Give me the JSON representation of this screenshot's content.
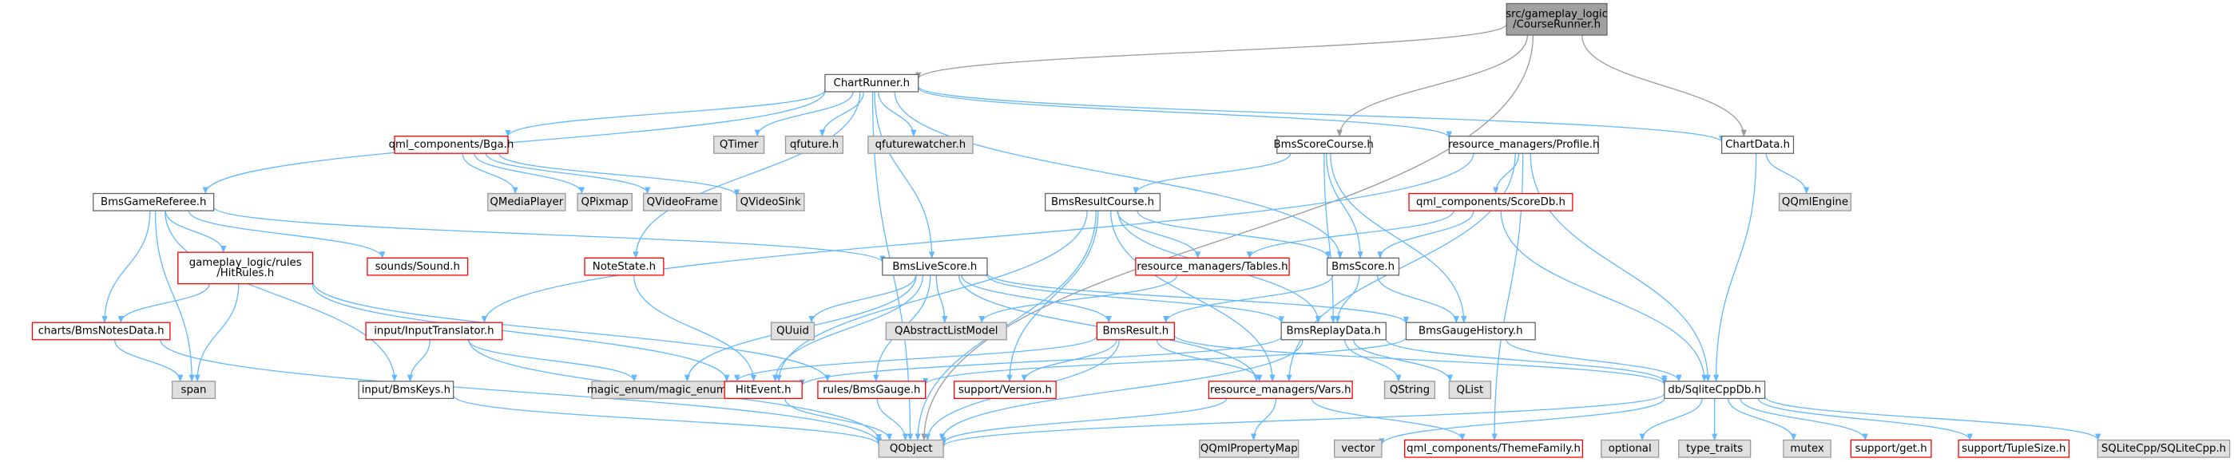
{
  "colors": {
    "edge": "#63b8ff",
    "root_edge": "#9a9a9a",
    "root_fill": "#a0a0a0",
    "root_border": "#666666",
    "doc_fill": "#ffffff",
    "doc_border": "#666666",
    "ext_fill": "#e0e0e0",
    "ext_border": "#999999",
    "trunc_border": "#ff0000"
  },
  "nodes": [
    {
      "id": "course_runner",
      "lines": [
        "src/gameplay_logic",
        "/CourseRunner.h"
      ],
      "kind": "root"
    },
    {
      "id": "chart_runner",
      "lines": [
        "ChartRunner.h"
      ],
      "kind": "doc"
    },
    {
      "id": "bms_score_course",
      "lines": [
        "BmsScoreCourse.h"
      ],
      "kind": "doc"
    },
    {
      "id": "profile",
      "lines": [
        "resource_managers/Profile.h"
      ],
      "kind": "doc"
    },
    {
      "id": "chart_data",
      "lines": [
        "ChartData.h"
      ],
      "kind": "doc"
    },
    {
      "id": "bga",
      "lines": [
        "qml_components/Bga.h"
      ],
      "kind": "trunc"
    },
    {
      "id": "qtimer",
      "lines": [
        "QTimer"
      ],
      "kind": "ext"
    },
    {
      "id": "qfuture",
      "lines": [
        "qfuture.h"
      ],
      "kind": "ext"
    },
    {
      "id": "qfuturewatcher",
      "lines": [
        "qfuturewatcher.h"
      ],
      "kind": "ext"
    },
    {
      "id": "qmediaplayer",
      "lines": [
        "QMediaPlayer"
      ],
      "kind": "ext"
    },
    {
      "id": "qpixmap",
      "lines": [
        "QPixmap"
      ],
      "kind": "ext"
    },
    {
      "id": "qvideoframe",
      "lines": [
        "QVideoFrame"
      ],
      "kind": "ext"
    },
    {
      "id": "qvideosink",
      "lines": [
        "QVideoSink"
      ],
      "kind": "ext"
    },
    {
      "id": "qqmlengine",
      "lines": [
        "QQmlEngine"
      ],
      "kind": "ext"
    },
    {
      "id": "bms_game_referee",
      "lines": [
        "BmsGameReferee.h"
      ],
      "kind": "doc"
    },
    {
      "id": "bms_result_course",
      "lines": [
        "BmsResultCourse.h"
      ],
      "kind": "doc"
    },
    {
      "id": "score_db",
      "lines": [
        "qml_components/ScoreDb.h"
      ],
      "kind": "trunc"
    },
    {
      "id": "hit_rules",
      "lines": [
        "gameplay_logic/rules",
        "/HitRules.h"
      ],
      "kind": "trunc"
    },
    {
      "id": "sound",
      "lines": [
        "sounds/Sound.h"
      ],
      "kind": "trunc"
    },
    {
      "id": "note_state",
      "lines": [
        "NoteState.h"
      ],
      "kind": "trunc"
    },
    {
      "id": "bms_live_score",
      "lines": [
        "BmsLiveScore.h"
      ],
      "kind": "doc"
    },
    {
      "id": "tables",
      "lines": [
        "resource_managers/Tables.h"
      ],
      "kind": "trunc"
    },
    {
      "id": "bms_score",
      "lines": [
        "BmsScore.h"
      ],
      "kind": "doc"
    },
    {
      "id": "bms_notes_data",
      "lines": [
        "charts/BmsNotesData.h"
      ],
      "kind": "trunc"
    },
    {
      "id": "input_translator",
      "lines": [
        "input/InputTranslator.h"
      ],
      "kind": "trunc"
    },
    {
      "id": "quuid",
      "lines": [
        "QUuid"
      ],
      "kind": "ext"
    },
    {
      "id": "qabstractlistmodel",
      "lines": [
        "QAbstractListModel"
      ],
      "kind": "ext"
    },
    {
      "id": "bms_result",
      "lines": [
        "BmsResult.h"
      ],
      "kind": "trunc"
    },
    {
      "id": "bms_replay_data",
      "lines": [
        "BmsReplayData.h"
      ],
      "kind": "doc"
    },
    {
      "id": "bms_gauge_history",
      "lines": [
        "BmsGaugeHistory.h"
      ],
      "kind": "doc"
    },
    {
      "id": "span",
      "lines": [
        "span"
      ],
      "kind": "ext"
    },
    {
      "id": "bms_keys",
      "lines": [
        "input/BmsKeys.h"
      ],
      "kind": "doc"
    },
    {
      "id": "magic_enum",
      "lines": [
        "magic_enum/magic_enum.hpp"
      ],
      "kind": "ext"
    },
    {
      "id": "hit_event",
      "lines": [
        "HitEvent.h"
      ],
      "kind": "trunc"
    },
    {
      "id": "bms_gauge",
      "lines": [
        "rules/BmsGauge.h"
      ],
      "kind": "trunc"
    },
    {
      "id": "version",
      "lines": [
        "support/Version.h"
      ],
      "kind": "trunc"
    },
    {
      "id": "vars",
      "lines": [
        "resource_managers/Vars.h"
      ],
      "kind": "trunc"
    },
    {
      "id": "qstring",
      "lines": [
        "QString"
      ],
      "kind": "ext"
    },
    {
      "id": "qlist",
      "lines": [
        "QList"
      ],
      "kind": "ext"
    },
    {
      "id": "sqlite_cpp_db",
      "lines": [
        "db/SqliteCppDb.h"
      ],
      "kind": "doc"
    },
    {
      "id": "qobject",
      "lines": [
        "QObject"
      ],
      "kind": "ext"
    },
    {
      "id": "qqmlpropertymap",
      "lines": [
        "QQmlPropertyMap"
      ],
      "kind": "ext"
    },
    {
      "id": "vector",
      "lines": [
        "vector"
      ],
      "kind": "ext"
    },
    {
      "id": "theme_family",
      "lines": [
        "qml_components/ThemeFamily.h"
      ],
      "kind": "trunc"
    },
    {
      "id": "optional",
      "lines": [
        "optional"
      ],
      "kind": "ext"
    },
    {
      "id": "type_traits",
      "lines": [
        "type_traits"
      ],
      "kind": "ext"
    },
    {
      "id": "mutex",
      "lines": [
        "mutex"
      ],
      "kind": "ext"
    },
    {
      "id": "support_get",
      "lines": [
        "support/get.h"
      ],
      "kind": "trunc"
    },
    {
      "id": "tuple_size",
      "lines": [
        "support/TupleSize.h"
      ],
      "kind": "trunc"
    },
    {
      "id": "sqlitecpp",
      "lines": [
        "SQLiteCpp/SQLiteCpp.h"
      ],
      "kind": "ext"
    }
  ],
  "edges": [
    [
      "course_runner",
      "chart_runner"
    ],
    [
      "course_runner",
      "bms_score_course"
    ],
    [
      "course_runner",
      "chart_data"
    ],
    [
      "course_runner",
      "qobject"
    ],
    [
      "chart_runner",
      "bga"
    ],
    [
      "chart_runner",
      "qtimer"
    ],
    [
      "chart_runner",
      "qfuture"
    ],
    [
      "chart_runner",
      "qfuturewatcher"
    ],
    [
      "chart_runner",
      "profile"
    ],
    [
      "chart_runner",
      "chart_data"
    ],
    [
      "chart_runner",
      "bms_game_referee"
    ],
    [
      "chart_runner",
      "note_state"
    ],
    [
      "chart_runner",
      "bms_live_score"
    ],
    [
      "chart_runner",
      "bms_score"
    ],
    [
      "chart_runner",
      "qobject"
    ],
    [
      "bga",
      "qmediaplayer"
    ],
    [
      "bga",
      "qpixmap"
    ],
    [
      "bga",
      "qvideoframe"
    ],
    [
      "bga",
      "qvideosink"
    ],
    [
      "chart_data",
      "qqmlengine"
    ],
    [
      "chart_data",
      "sqlite_cpp_db"
    ],
    [
      "bms_score_course",
      "bms_result_course"
    ],
    [
      "bms_score_course",
      "bms_score"
    ],
    [
      "bms_score_course",
      "bms_gauge_history"
    ],
    [
      "bms_score_course",
      "bms_replay_data"
    ],
    [
      "profile",
      "score_db"
    ],
    [
      "profile",
      "input_translator"
    ],
    [
      "profile",
      "vars"
    ],
    [
      "profile",
      "sqlite_cpp_db"
    ],
    [
      "profile",
      "theme_family"
    ],
    [
      "bms_game_referee",
      "hit_rules"
    ],
    [
      "bms_game_referee",
      "sound"
    ],
    [
      "bms_game_referee",
      "bms_notes_data"
    ],
    [
      "bms_game_referee",
      "span"
    ],
    [
      "bms_game_referee",
      "bms_live_score"
    ],
    [
      "bms_game_referee",
      "bms_keys"
    ],
    [
      "bms_result_course",
      "tables"
    ],
    [
      "bms_result_course",
      "bms_score"
    ],
    [
      "bms_result_course",
      "hit_event"
    ],
    [
      "bms_result_course",
      "version"
    ],
    [
      "bms_result_course",
      "vars"
    ],
    [
      "bms_result_course",
      "qobject"
    ],
    [
      "bms_result_course",
      "bms_replay_data"
    ],
    [
      "score_db",
      "bms_score"
    ],
    [
      "score_db",
      "tables"
    ],
    [
      "score_db",
      "sqlite_cpp_db"
    ],
    [
      "hit_rules",
      "bms_notes_data"
    ],
    [
      "hit_rules",
      "span"
    ],
    [
      "hit_rules",
      "hit_event"
    ],
    [
      "hit_rules",
      "bms_gauge"
    ],
    [
      "note_state",
      "hit_event"
    ],
    [
      "bms_live_score",
      "quuid"
    ],
    [
      "bms_live_score",
      "qabstractlistmodel"
    ],
    [
      "bms_live_score",
      "bms_result"
    ],
    [
      "bms_live_score",
      "bms_replay_data"
    ],
    [
      "bms_live_score",
      "bms_gauge_history"
    ],
    [
      "bms_live_score",
      "magic_enum"
    ],
    [
      "bms_live_score",
      "bms_gauge"
    ],
    [
      "bms_live_score",
      "vars"
    ],
    [
      "bms_live_score",
      "hit_event"
    ],
    [
      "tables",
      "qabstractlistmodel"
    ],
    [
      "bms_score",
      "bms_result"
    ],
    [
      "bms_score",
      "bms_replay_data"
    ],
    [
      "bms_score",
      "bms_gauge_history"
    ],
    [
      "bms_notes_data",
      "span"
    ],
    [
      "bms_notes_data",
      "qobject"
    ],
    [
      "input_translator",
      "bms_keys"
    ],
    [
      "input_translator",
      "magic_enum"
    ],
    [
      "input_translator",
      "qobject"
    ],
    [
      "bms_result",
      "magic_enum"
    ],
    [
      "bms_result",
      "version"
    ],
    [
      "bms_result",
      "vars"
    ],
    [
      "bms_result",
      "qobject"
    ],
    [
      "bms_result",
      "sqlite_cpp_db"
    ],
    [
      "bms_replay_data",
      "hit_event"
    ],
    [
      "bms_replay_data",
      "qstring"
    ],
    [
      "bms_replay_data",
      "qlist"
    ],
    [
      "bms_replay_data",
      "qobject"
    ],
    [
      "bms_replay_data",
      "sqlite_cpp_db"
    ],
    [
      "bms_gauge_history",
      "bms_gauge"
    ],
    [
      "bms_gauge_history",
      "sqlite_cpp_db"
    ],
    [
      "bms_keys",
      "qobject"
    ],
    [
      "hit_event",
      "qobject"
    ],
    [
      "bms_gauge",
      "qobject"
    ],
    [
      "vars",
      "qobject"
    ],
    [
      "vars",
      "qqmlpropertymap"
    ],
    [
      "vars",
      "theme_family"
    ],
    [
      "sqlite_cpp_db",
      "qobject"
    ],
    [
      "sqlite_cpp_db",
      "optional"
    ],
    [
      "sqlite_cpp_db",
      "type_traits"
    ],
    [
      "sqlite_cpp_db",
      "mutex"
    ],
    [
      "sqlite_cpp_db",
      "support_get"
    ],
    [
      "sqlite_cpp_db",
      "tuple_size"
    ],
    [
      "sqlite_cpp_db",
      "sqlitecpp"
    ],
    [
      "sqlite_cpp_db",
      "vector"
    ]
  ]
}
